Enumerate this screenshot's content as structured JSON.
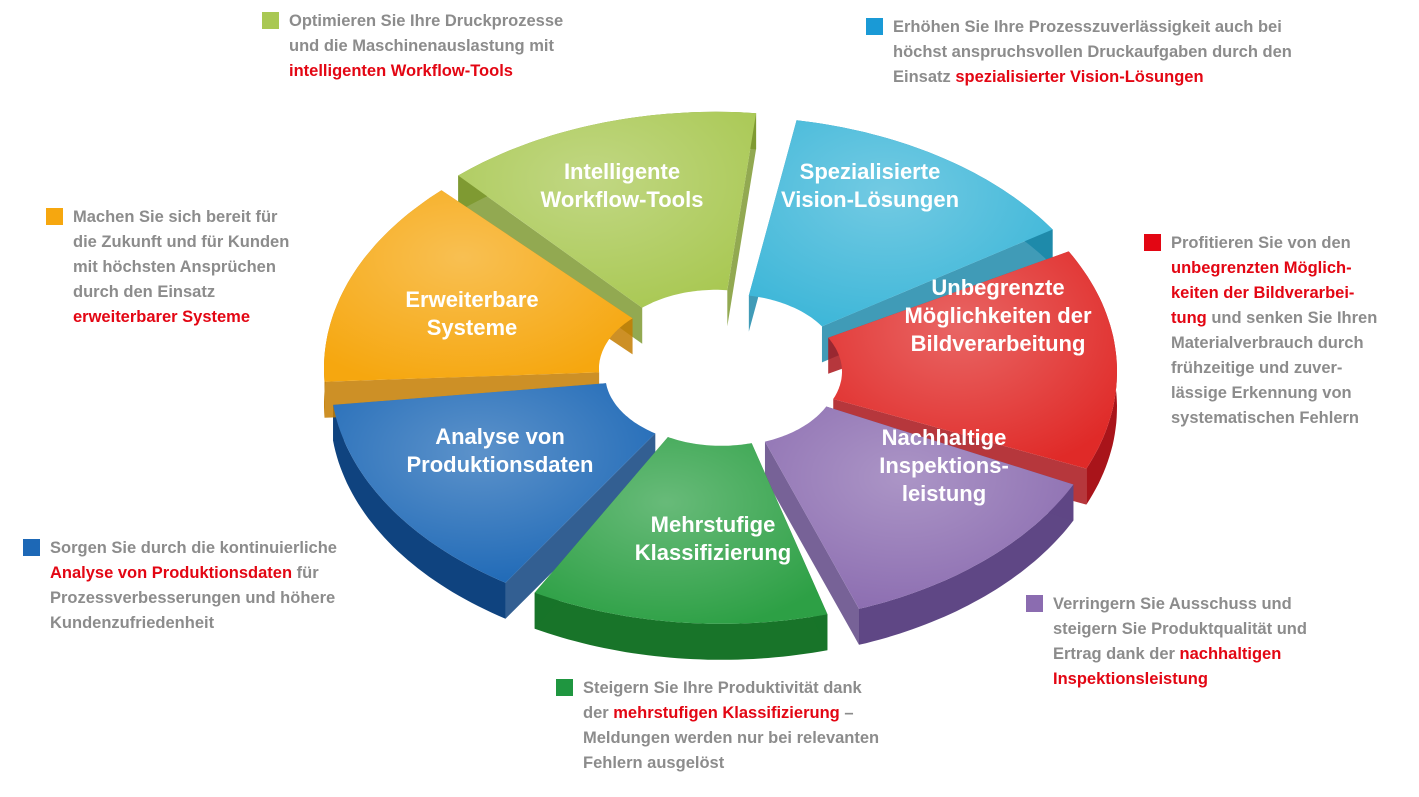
{
  "segments": [
    {
      "id": "workflow",
      "label_lines": [
        "Intelligente",
        "Workflow-Tools"
      ],
      "top": "#a9c853",
      "side": "#7f9a32"
    },
    {
      "id": "vision",
      "label_lines": [
        "Spezialisierte",
        "Vision-Lösungen"
      ],
      "top": "#3cb6d8",
      "side": "#1f8aaa"
    },
    {
      "id": "bildverarbeitung",
      "label_lines": [
        "Unbegrenzte",
        "Möglichkeiten der",
        "Bildverarbeitung"
      ],
      "top": "#e02a28",
      "side": "#a9141a"
    },
    {
      "id": "inspektion",
      "label_lines": [
        "Nachhaltige",
        "Inspektions-",
        "leistung"
      ],
      "top": "#8b6cb0",
      "side": "#5f4785"
    },
    {
      "id": "klassifizierung",
      "label_lines": [
        "Mehrstufige",
        "Klassifizierung"
      ],
      "top": "#2da045",
      "side": "#187429"
    },
    {
      "id": "analyse",
      "label_lines": [
        "Analyse von",
        "Produktionsdaten"
      ],
      "top": "#1d68b6",
      "side": "#0f437f"
    },
    {
      "id": "systeme",
      "label_lines": [
        "Erweiterbare",
        "Systeme"
      ],
      "top": "#f6a70f",
      "side": "#c47d00"
    }
  ],
  "callouts": {
    "workflow": {
      "color": "#a9c853",
      "lines": [
        [
          "Optimieren Sie Ihre Druckprozesse"
        ],
        [
          "und die Maschinenauslastung mit"
        ],
        [
          "@intelligenten Workflow-Tools"
        ]
      ]
    },
    "vision": {
      "color": "#1a9ad6",
      "lines": [
        [
          "Erhöhen Sie Ihre Prozesszuverlässigkeit auch bei"
        ],
        [
          "höchst anspruchsvollen Druckaufgaben durch den"
        ],
        [
          "Einsatz ",
          "@spezialisierter Vision-Lösungen"
        ]
      ]
    },
    "systeme": {
      "color": "#f6a70f",
      "lines": [
        [
          "Machen Sie sich bereit für"
        ],
        [
          "die Zukunft und für Kunden"
        ],
        [
          "mit höchsten Ansprüchen"
        ],
        [
          "durch den Einsatz"
        ],
        [
          "@erweiterbarer Systeme"
        ]
      ]
    },
    "bildverarbeitung": {
      "color": "#e30613",
      "lines": [
        [
          "Profitieren Sie von den"
        ],
        [
          "@unbegrenzten Möglich-"
        ],
        [
          "@keiten der Bildverarbei-"
        ],
        [
          "@tung",
          " und senken Sie Ihren"
        ],
        [
          "Materialverbrauch durch"
        ],
        [
          "frühzeitige und zuver-"
        ],
        [
          "lässige Erkennung von"
        ],
        [
          "systematischen Fehlern"
        ]
      ]
    },
    "analyse": {
      "color": "#1d68b6",
      "lines": [
        [
          "Sorgen Sie durch die kontinuierliche"
        ],
        [
          "@Analyse von Produktionsdaten",
          " für"
        ],
        [
          "Prozessverbesserungen und höhere"
        ],
        [
          "Kundenzufriedenheit"
        ]
      ]
    },
    "inspektion": {
      "color": "#8b6cb0",
      "lines": [
        [
          "Verringern Sie Ausschuss und"
        ],
        [
          "steigern Sie Produktqualität und"
        ],
        [
          "Ertrag dank der ",
          "@nachhaltigen"
        ],
        [
          "@Inspektionsleistung"
        ]
      ]
    },
    "klassifizierung": {
      "color": "#1f9640",
      "lines": [
        [
          "Steigern Sie Ihre Produktivität dank"
        ],
        [
          "der ",
          "@mehrstufigen Klassifizierung",
          " –"
        ],
        [
          "Meldungen werden nur bei relevanten"
        ],
        [
          "Fehlern ausgelöst"
        ]
      ]
    }
  }
}
